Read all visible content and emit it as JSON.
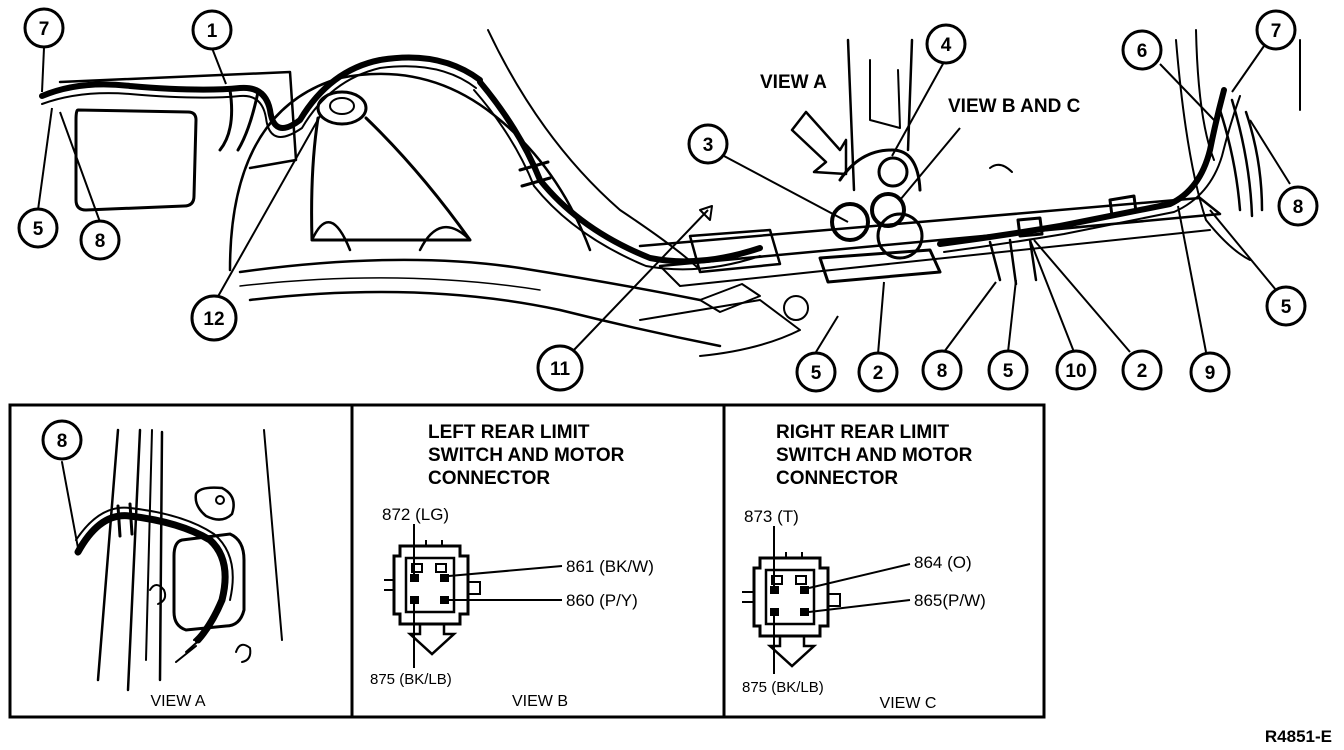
{
  "top_diagram": {
    "callouts": {
      "c7a": "7",
      "c1": "1",
      "c5a": "5",
      "c8a": "8",
      "c12": "12",
      "c11": "11",
      "c3": "3",
      "c4": "4",
      "c5b": "5",
      "c2a": "2",
      "c8b": "8",
      "c5c": "5",
      "c10": "10",
      "c2b": "2",
      "c9": "9",
      "c6": "6",
      "c7b": "7",
      "c8c": "8",
      "c5d": "5"
    },
    "view_a_label": "VIEW A",
    "view_bc_label": "VIEW B AND C"
  },
  "panels": {
    "view_a": {
      "callout": "8",
      "caption": "VIEW A"
    },
    "view_b": {
      "title_lines": [
        "LEFT REAR LIMIT",
        "SWITCH AND MOTOR",
        "CONNECTOR"
      ],
      "pins": {
        "top": "872 (LG)",
        "right_top": "861 (BK/W)",
        "right_bottom": "860 (P/Y)",
        "bottom": "875 (BK/LB)"
      },
      "caption": "VIEW B"
    },
    "view_c": {
      "title_lines": [
        "RIGHT REAR LIMIT",
        "SWITCH AND MOTOR",
        "CONNECTOR"
      ],
      "pins": {
        "top": "873 (T)",
        "right_top": "864 (O)",
        "right_bottom": "865(P/W)",
        "bottom": "875 (BK/LB)"
      },
      "caption": "VIEW C"
    }
  },
  "figure_code": "R4851-E"
}
